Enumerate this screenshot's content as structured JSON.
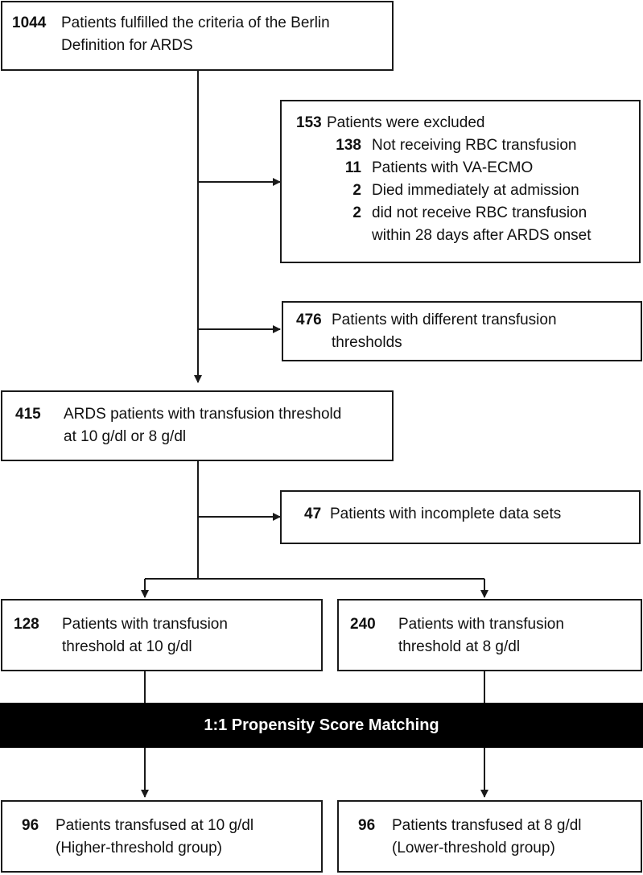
{
  "colors": {
    "stroke": "#1a1a1a",
    "band_bg": "#000000",
    "band_text": "#ffffff"
  },
  "box1": {
    "n": "1044",
    "line1": "Patients fulfilled the criteria of the Berlin",
    "line2": "Definition for ARDS"
  },
  "excl1": {
    "n": "153",
    "title": "Patients were excluded",
    "items": [
      {
        "n": "138",
        "text": "Not receiving RBC transfusion"
      },
      {
        "n": "11",
        "text": "Patients with VA-ECMO"
      },
      {
        "n": "2",
        "text": "Died immediately at admission"
      },
      {
        "n": "2",
        "text": "did not receive RBC transfusion",
        "text2": "within 28 days after ARDS onset"
      }
    ]
  },
  "excl2": {
    "n": "476",
    "line1": "Patients with different transfusion",
    "line2": "thresholds"
  },
  "box2": {
    "n": "415",
    "line1": "ARDS patients with transfusion threshold",
    "line2": "at 10 g/dl or 8 g/dl"
  },
  "excl3": {
    "n": "47",
    "line1": "Patients with incomplete data sets"
  },
  "left1": {
    "n": "128",
    "line1": "Patients with transfusion",
    "line2": "threshold at 10 g/dl"
  },
  "right1": {
    "n": "240",
    "line1": "Patients with transfusion",
    "line2": "threshold at 8 g/dl"
  },
  "band": {
    "label": "1:1 Propensity Score Matching"
  },
  "left2": {
    "n": "96",
    "line1": "Patients transfused at 10 g/dl",
    "line2": "(Higher-threshold group)"
  },
  "right2": {
    "n": "96",
    "line1": "Patients transfused at 8 g/dl",
    "line2": "(Lower-threshold group)"
  }
}
